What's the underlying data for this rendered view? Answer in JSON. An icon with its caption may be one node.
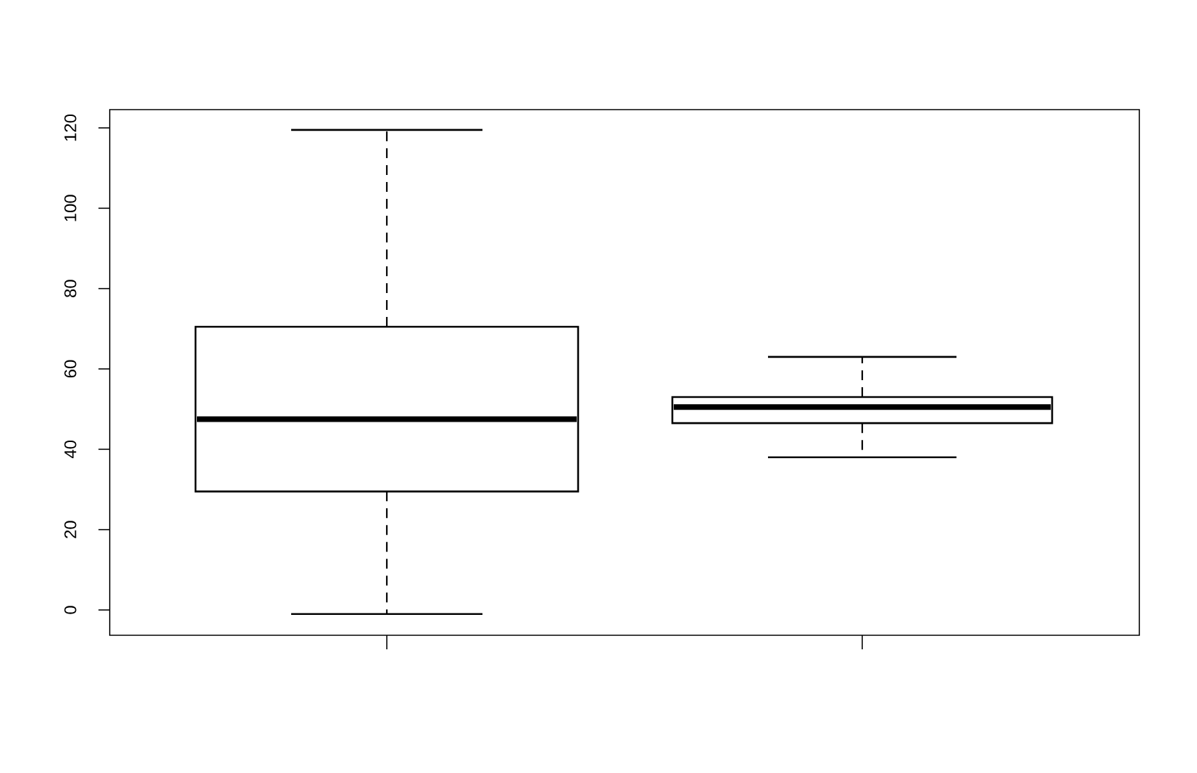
{
  "diagram": {
    "labels": [
      "0",
      "20",
      "40",
      "60",
      "80",
      "100",
      "120"
    ]
  }
}
